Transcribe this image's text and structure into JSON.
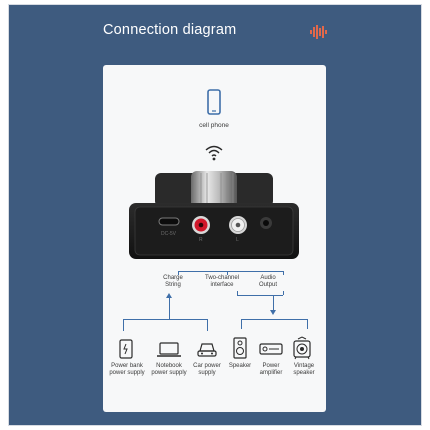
{
  "header": {
    "title": "Connection diagram",
    "logo_icon": "soundwave-logo-icon",
    "logo_color": "#e2684a"
  },
  "diagram": {
    "phone_icon": "smartphone-icon",
    "phone_label": "cell phone",
    "wireless_icon": "wifi-signal-icon",
    "device": {
      "port_dc_label": "DC-5V",
      "port_r_label": "R",
      "port_l_label": "L"
    },
    "connectors": {
      "charge": "Charge\nString",
      "two_channel": "Two-channel\ninterface",
      "audio": "Audio\nOutput"
    },
    "power_sources": [
      {
        "label": "Power bank\npower supply",
        "icon": "power-bank-icon"
      },
      {
        "label": "Notebook\npower supply",
        "icon": "laptop-icon"
      },
      {
        "label": "Car power\nsupply",
        "icon": "car-icon"
      }
    ],
    "outputs": [
      {
        "label": "Speaker",
        "icon": "speaker-icon"
      },
      {
        "label": "Power\namplifier",
        "icon": "amplifier-icon"
      },
      {
        "label": "Vintage\nspeaker",
        "icon": "vintage-speaker-icon"
      }
    ],
    "line_color": "#3f6fa9"
  }
}
